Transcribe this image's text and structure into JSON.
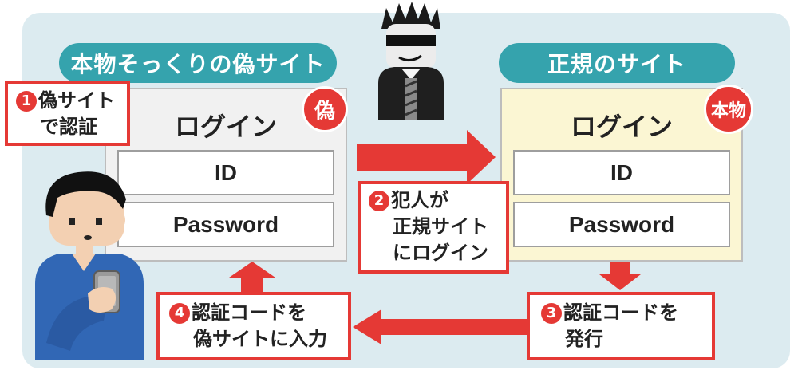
{
  "fake_site": {
    "header": "本物そっくりの偽サイト",
    "badge": "偽",
    "login_title": "ログイン",
    "id_field": "ID",
    "password_field": "Password"
  },
  "real_site": {
    "header": "正規のサイト",
    "badge": "本物",
    "login_title": "ログイン",
    "id_field": "ID",
    "password_field": "Password"
  },
  "steps": [
    {
      "number": "1",
      "line1": "偽サイト",
      "line2": "で認証"
    },
    {
      "number": "2",
      "line1": "犯人が",
      "line2": "正規サイト",
      "line3": "にログイン"
    },
    {
      "number": "3",
      "line1": "認証コードを",
      "line2": "発行"
    },
    {
      "number": "4",
      "line1": "認証コードを",
      "line2": "偽サイトに入力"
    }
  ],
  "colors": {
    "accent_red": "#e53935",
    "header_teal": "#35a3ad",
    "background": "#dcebf0",
    "fake_panel": "#f1f1f1",
    "real_panel": "#fbf6d3"
  },
  "icons": [
    "criminal-figure",
    "user-with-phone-figure"
  ]
}
